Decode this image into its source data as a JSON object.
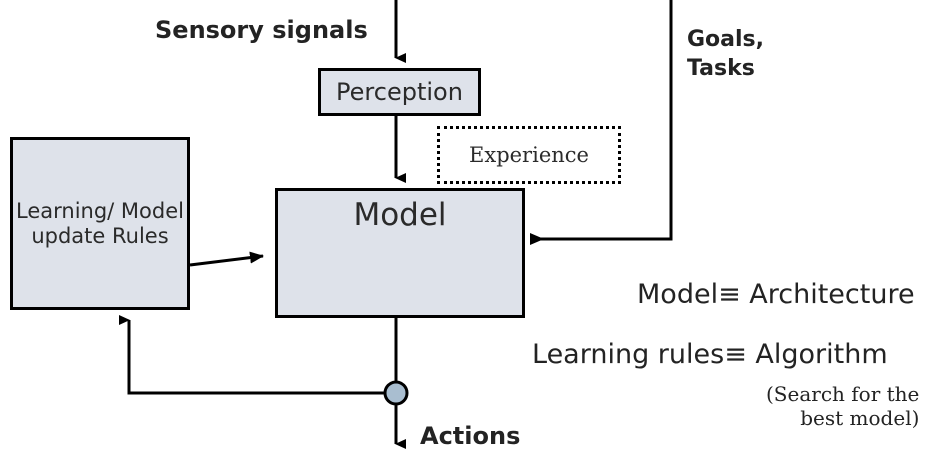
{
  "diagram": {
    "title": "Model-based agent architecture diagram",
    "background_color": "#ffffff",
    "node_fill_color": "#dee2ea",
    "node_stroke_color": "#000000",
    "junction_fill_color": "#a9bed0",
    "nodes": {
      "perception": {
        "label": "Perception"
      },
      "model": {
        "label": "Model"
      },
      "learning": {
        "label": "Learning/\nModel\nupdate\nRules"
      },
      "experience": {
        "label": "Experience"
      }
    },
    "labels": {
      "sensory_signals": "Sensory signals",
      "goals_tasks": "Goals,\nTasks",
      "actions": "Actions",
      "model_equiv": "Model≡ Architecture",
      "learning_rules_equiv": "Learning rules≡ Algorithm",
      "search_note": "(Search for the\nbest model)"
    },
    "edges": [
      {
        "name": "sensory-to-perception",
        "from": "sensory signals",
        "to": "perception"
      },
      {
        "name": "perception-to-model",
        "from": "perception",
        "to": "model"
      },
      {
        "name": "goals-to-model",
        "from": "goals, tasks",
        "to": "model"
      },
      {
        "name": "learning-to-model",
        "from": "learning/model update rules",
        "to": "model"
      },
      {
        "name": "model-to-actions",
        "from": "model",
        "to": "actions"
      },
      {
        "name": "actions-feedback-to-learning",
        "from": "action junction",
        "to": "learning/model update rules"
      }
    ]
  }
}
